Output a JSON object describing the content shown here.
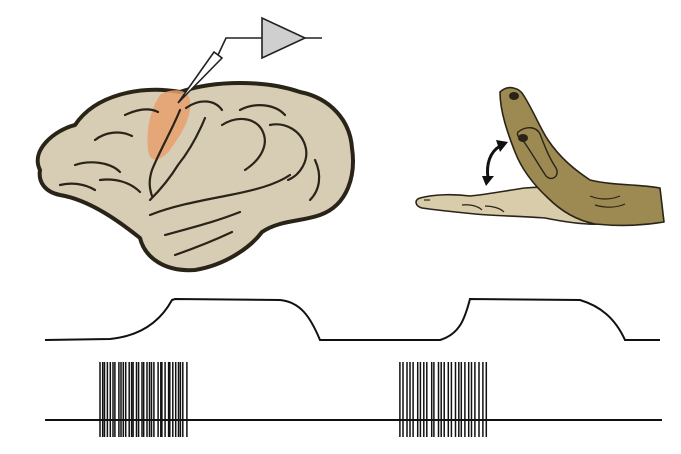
{
  "figure": {
    "panels": [
      "monkey-brain-with-recording-electrode",
      "hand-wrist-flexion-extension",
      "movement-trace-and-spike-raster"
    ],
    "colors": {
      "brain_fill": "#d6cdb4",
      "brain_outline": "#2a2418",
      "recording_site": "#e8a06c",
      "hand_light": "#d8ccab",
      "hand_dark": "#9c8a52",
      "ink": "#111111"
    },
    "movement_cycles": 2,
    "spike_trains": [
      {
        "burst": 1,
        "spike_count": 34
      },
      {
        "burst": 2,
        "spike_count": 26
      }
    ]
  }
}
